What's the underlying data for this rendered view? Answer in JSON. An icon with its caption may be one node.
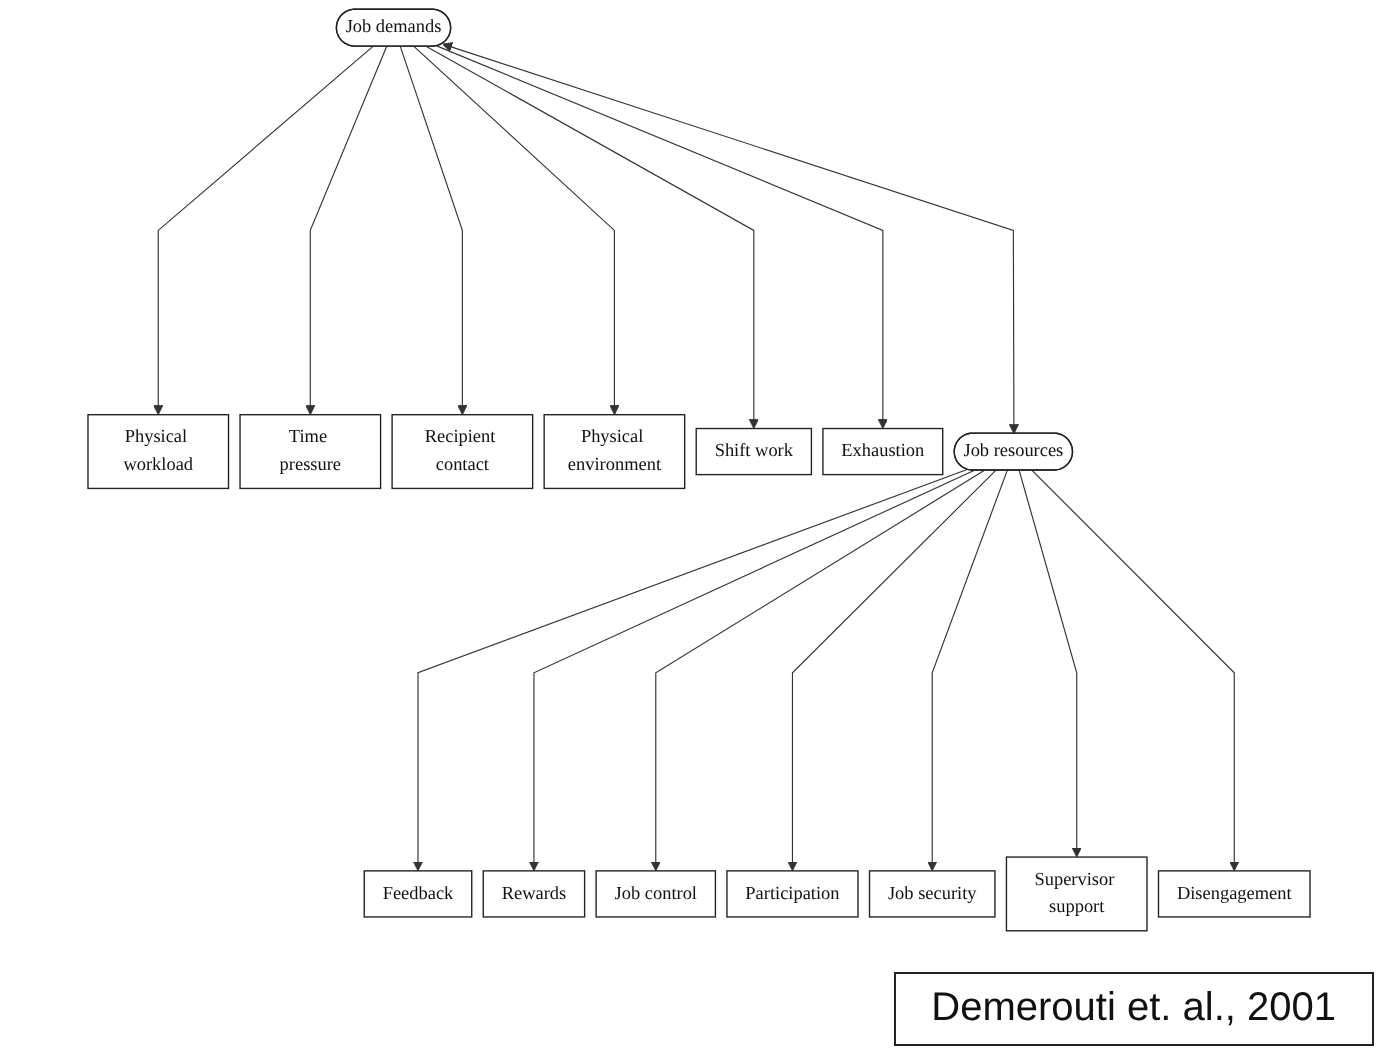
{
  "diagram": {
    "caption": "Demerouti et. al., 2001",
    "nodes": [
      {
        "text": [
          "Physical workload"
        ]
      },
      {
        "text": [
          "Time pressure"
        ]
      },
      {
        "text": [
          "Recipient contact"
        ]
      },
      {
        "text": [
          "Physical environment"
        ]
      },
      {
        "text": [
          "Shift work"
        ]
      },
      {
        "text": [
          "Job demands"
        ]
      },
      {
        "text": [
          "Exhaustion"
        ]
      },
      {
        "text": [
          "Feedback"
        ]
      },
      {
        "text": [
          "Rewards"
        ]
      },
      {
        "text": [
          "Job control"
        ]
      },
      {
        "text": [
          "Participation"
        ]
      },
      {
        "text": [
          "Job security"
        ]
      },
      {
        "text": [
          "Supervisor support"
        ]
      },
      {
        "text": [
          "Job resources"
        ]
      },
      {
        "text": [
          "Disengagement"
        ]
      }
    ],
    "edges": [
      {
        "from": 5,
        "to": 0,
        "arrow": "to"
      },
      {
        "from": 5,
        "to": 1,
        "arrow": "to"
      },
      {
        "from": 5,
        "to": 2,
        "arrow": "to"
      },
      {
        "from": 5,
        "to": 3,
        "arrow": "to"
      },
      {
        "from": 5,
        "to": 4,
        "arrow": "to"
      },
      {
        "from": 5,
        "to": 6,
        "arrow": "to"
      },
      {
        "from": 5,
        "to": 13,
        "arrow": "both"
      },
      {
        "from": 13,
        "to": 7,
        "arrow": "to"
      },
      {
        "from": 13,
        "to": 8,
        "arrow": "to"
      },
      {
        "from": 13,
        "to": 9,
        "arrow": "to"
      },
      {
        "from": 13,
        "to": 10,
        "arrow": "to"
      },
      {
        "from": 13,
        "to": 11,
        "arrow": "to"
      },
      {
        "from": 13,
        "to": 12,
        "arrow": "to"
      },
      {
        "from": 13,
        "to": 14,
        "arrow": "to"
      }
    ]
  }
}
